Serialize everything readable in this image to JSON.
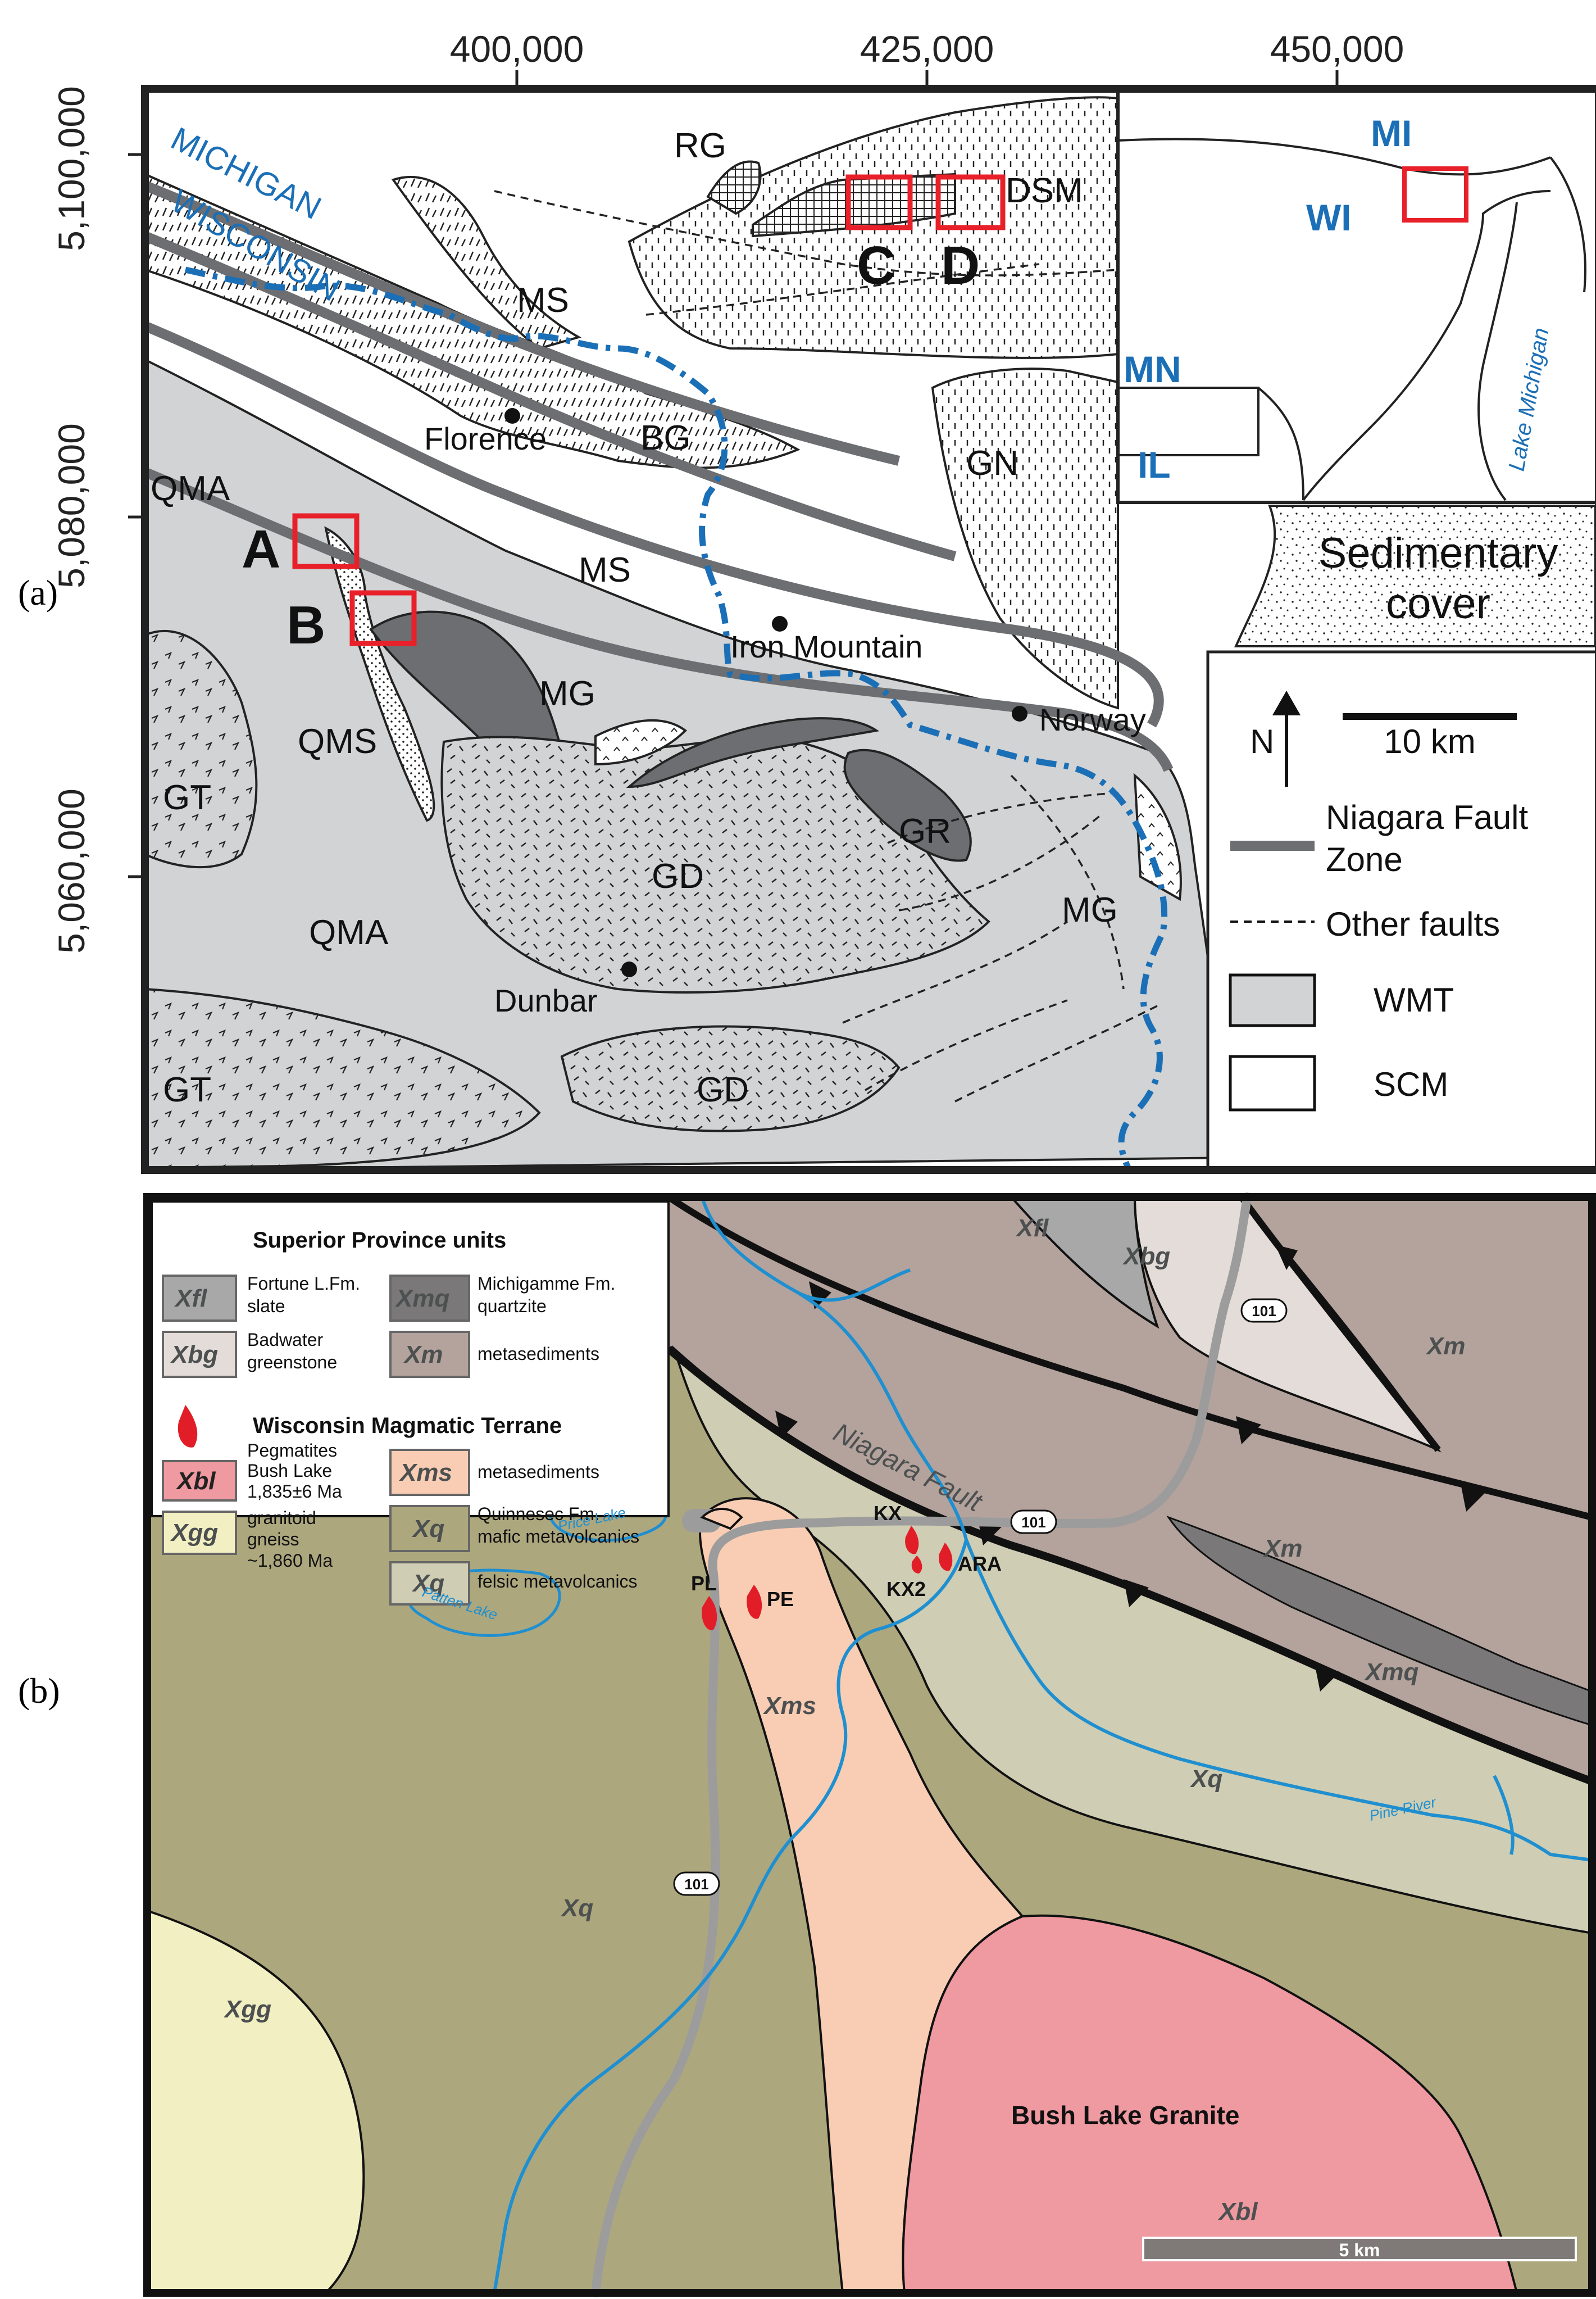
{
  "panel_a": {
    "tag": "(a)",
    "easting_ticks": [
      "400,000",
      "425,000",
      "450,000"
    ],
    "northing_ticks": [
      "5,100,000",
      "5,080,000",
      "5,060,000"
    ],
    "units": {
      "rg": "RG",
      "dsm": "DSM",
      "ms1": "MS",
      "ms2": "MS",
      "bg": "BG",
      "gn": "GN",
      "qma1": "QMA",
      "qma2": "QMA",
      "qms": "QMS",
      "mg1": "MG",
      "mg2": "MG",
      "gd1": "GD",
      "gd2": "GD",
      "gr": "GR",
      "gt1": "GT",
      "gt2": "GT"
    },
    "boxes": {
      "a": "A",
      "b": "B",
      "c": "C",
      "d": "D"
    },
    "states": {
      "michigan": "MICHIGAN",
      "wisconsin": "WISCONSIN"
    },
    "towns": {
      "florence": "Florence",
      "iron_mountain": "Iron Mountain",
      "norway": "Norway",
      "dunbar": "Dunbar"
    },
    "inset": {
      "mi": "MI",
      "wi": "WI",
      "mn": "MN",
      "il": "IL",
      "lake": "Lake Michigan"
    },
    "sedimentary_cover": [
      "Sedimentary",
      "cover"
    ],
    "legend": {
      "north": "N",
      "scale": "10 km",
      "niagara": [
        "Niagara Fault",
        "Zone"
      ],
      "other_faults": "Other faults",
      "wmt": "WMT",
      "scm": "SCM"
    },
    "colors": {
      "wmt": "#d1d3d4",
      "scm": "#ffffff",
      "gr": "#6d6e71",
      "state_line": "#1b6fb6",
      "box": "#e8202a"
    }
  },
  "panel_b": {
    "tag": "(b)",
    "legend": {
      "superior_title": "Superior Province units",
      "wmt_title": "Wisconsin Magmatic Terrane",
      "xfl": {
        "code": "Xfl",
        "desc": [
          "Fortune L.Fm.",
          "slate"
        ]
      },
      "xbg": {
        "code": "Xbg",
        "desc": [
          "Badwater",
          "greenstone"
        ]
      },
      "xmq": {
        "code": "Xmq",
        "desc": [
          "Michigamme Fm.",
          "quartzite"
        ]
      },
      "xm": {
        "code": "Xm",
        "desc": [
          "metasediments"
        ]
      },
      "peg": {
        "desc": [
          "Pegmatites"
        ]
      },
      "xbl": {
        "code": "Xbl",
        "desc": [
          "Bush Lake",
          "1,835±6 Ma"
        ]
      },
      "xgg": {
        "code": "Xgg",
        "desc": [
          "granitoid",
          "gneiss",
          "~1,860 Ma"
        ]
      },
      "xms": {
        "code": "Xms",
        "desc": [
          "metasediments"
        ]
      },
      "xq_mafic": {
        "code": "Xq",
        "desc": [
          "Quinnesec Fm.",
          "mafic metavolcanics"
        ]
      },
      "xq_felsic": {
        "code": "Xq",
        "desc": [
          "felsic metavolcanics"
        ]
      }
    },
    "map_units": {
      "xfl": "Xfl",
      "xbg": "Xbg",
      "xm1": "Xm",
      "xm2": "Xm",
      "xmq": "Xmq",
      "xq1": "Xq",
      "xq2": "Xq",
      "xms": "Xms",
      "xgg": "Xgg",
      "xbl": "Xbl"
    },
    "sites": {
      "pl": "PL",
      "pe": "PE",
      "kx": "KX",
      "kx2": "KX2",
      "ara": "ARA"
    },
    "labels": {
      "niagara": "Niagara Fault",
      "bush_lake": "Bush Lake Granite",
      "patten_lake": "Patten Lake",
      "price_lake": "Price Lake",
      "pine_river": "Pine River",
      "road_1": "101",
      "road_2": "101",
      "road_3": "101",
      "scale": "5 km"
    },
    "colors": {
      "xq_mafic": "#ada77e",
      "xq_felsic": "#cfcdb3",
      "xm": "#b3a39c",
      "xbg": "#e4dcd8",
      "xfl": "#a8a8a8",
      "xms": "#f8cdb4",
      "xbl": "#ef99a0",
      "xgg": "#f2efc2",
      "xmq": "#7a7878",
      "road": "#9c9c9c",
      "river": "#1f8fd0",
      "pegmatite": "#e11d27"
    }
  }
}
